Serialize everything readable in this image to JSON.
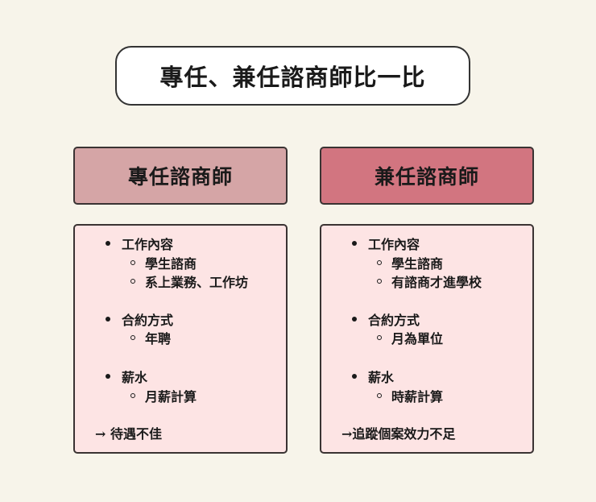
{
  "title": "專任、兼任諮商師比一比",
  "colors": {
    "background": "#f7f4ea",
    "left_header": "#d5a5a6",
    "right_header": "#d27580",
    "content_fill": "#fde4e4",
    "border": "#3a3333"
  },
  "columns": [
    {
      "header": "專任諮商師",
      "sections": [
        {
          "label": "工作內容",
          "items": [
            "學生諮商",
            "系上業務、工作坊"
          ]
        },
        {
          "label": "合約方式",
          "items": [
            "年聘"
          ]
        },
        {
          "label": "薪水",
          "items": [
            "月薪計算"
          ]
        }
      ],
      "conclusion": "→ 待遇不佳"
    },
    {
      "header": "兼任諮商師",
      "sections": [
        {
          "label": "工作內容",
          "items": [
            "學生諮商",
            "有諮商才進學校"
          ]
        },
        {
          "label": "合約方式",
          "items": [
            "月為單位"
          ]
        },
        {
          "label": "薪水",
          "items": [
            "時薪計算"
          ]
        }
      ],
      "conclusion": "→追蹤個案效力不足"
    }
  ]
}
